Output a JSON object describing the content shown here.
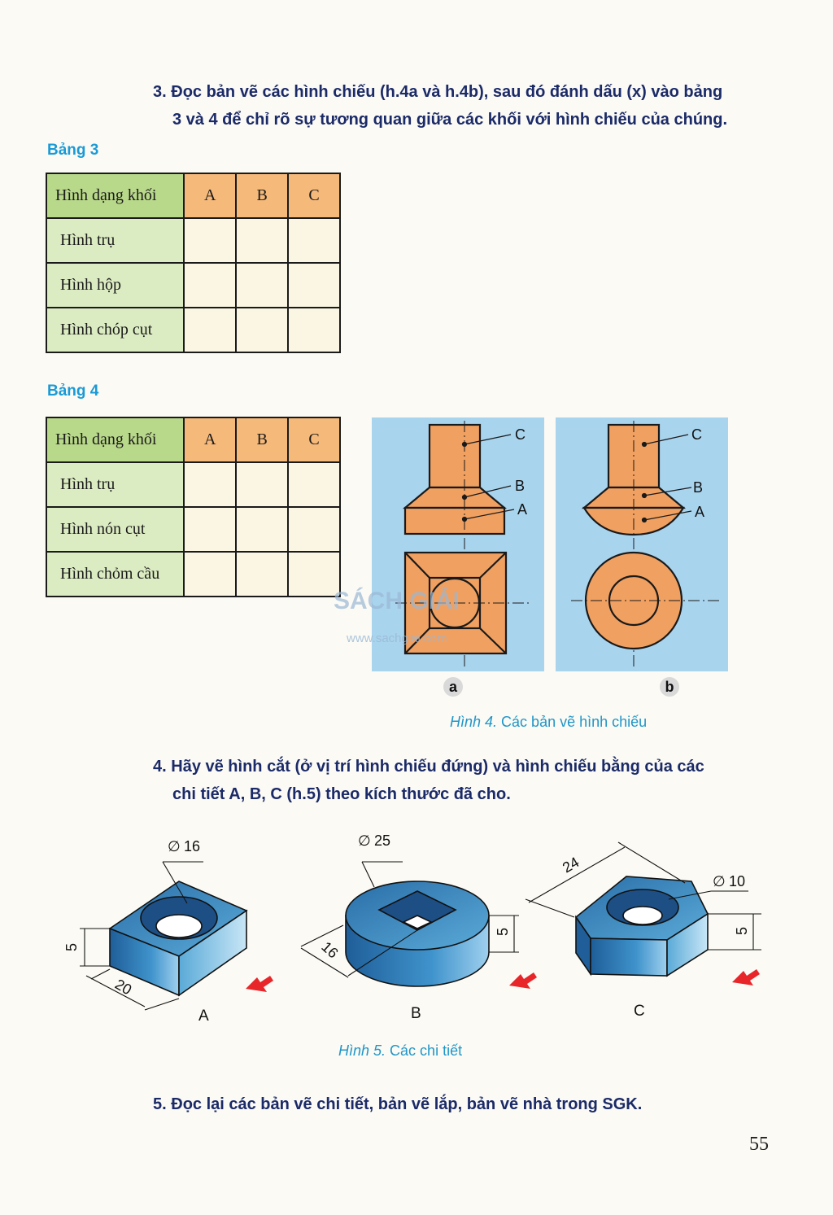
{
  "task3": {
    "number": "3.",
    "line1": "Đọc bản vẽ các hình chiếu (h.4a và h.4b), sau đó đánh dấu (x) vào bảng",
    "line2": "3 và 4 để chỉ rõ sự tương quan giữa các khối với hình chiếu của chúng."
  },
  "table3": {
    "caption": "Bảng 3",
    "header": [
      "Hình dạng khối",
      "A",
      "B",
      "C"
    ],
    "rows": [
      "Hình trụ",
      "Hình hộp",
      "Hình chóp cụt"
    ]
  },
  "table4": {
    "caption": "Bảng 4",
    "header": [
      "Hình dạng khối",
      "A",
      "B",
      "C"
    ],
    "rows": [
      "Hình trụ",
      "Hình nón cụt",
      "Hình chỏm cầu"
    ]
  },
  "figure4": {
    "labels": {
      "c": "C",
      "b": "B",
      "a": "A"
    },
    "panel_a": "a",
    "panel_b": "b",
    "caption_prefix": "Hình 4.",
    "caption_text": " Các bản vẽ hình chiếu",
    "watermark": "SÁCH GIẢI",
    "watermark_url": "www.sachgiai.com"
  },
  "task4": {
    "number": "4.",
    "line1": "Hãy vẽ hình cắt (ở vị trí hình chiếu đứng) và hình chiếu bằng của các",
    "line2": "chi tiết A, B, C (h.5) theo kích thước đã cho."
  },
  "figure5": {
    "partA": {
      "label": "A",
      "dia": "16",
      "height": "5",
      "side": "20"
    },
    "partB": {
      "label": "B",
      "dia": "25",
      "height": "5",
      "side": "16"
    },
    "partC": {
      "label": "C",
      "dia": "10",
      "height": "5",
      "side": "24"
    },
    "phi": "∅",
    "caption_prefix": "Hình 5.",
    "caption_text": " Các chi tiết"
  },
  "task5": {
    "number": "5.",
    "text": "Đọc lại các bản vẽ chi tiết, bản vẽ lắp, bản vẽ nhà trong SGK."
  },
  "page_number": "55",
  "colors": {
    "accent_blue": "#1a9ad6",
    "orange": "#f0a060",
    "panel_blue": "#a9d4ee",
    "part_blue": "#2f7fb8"
  }
}
